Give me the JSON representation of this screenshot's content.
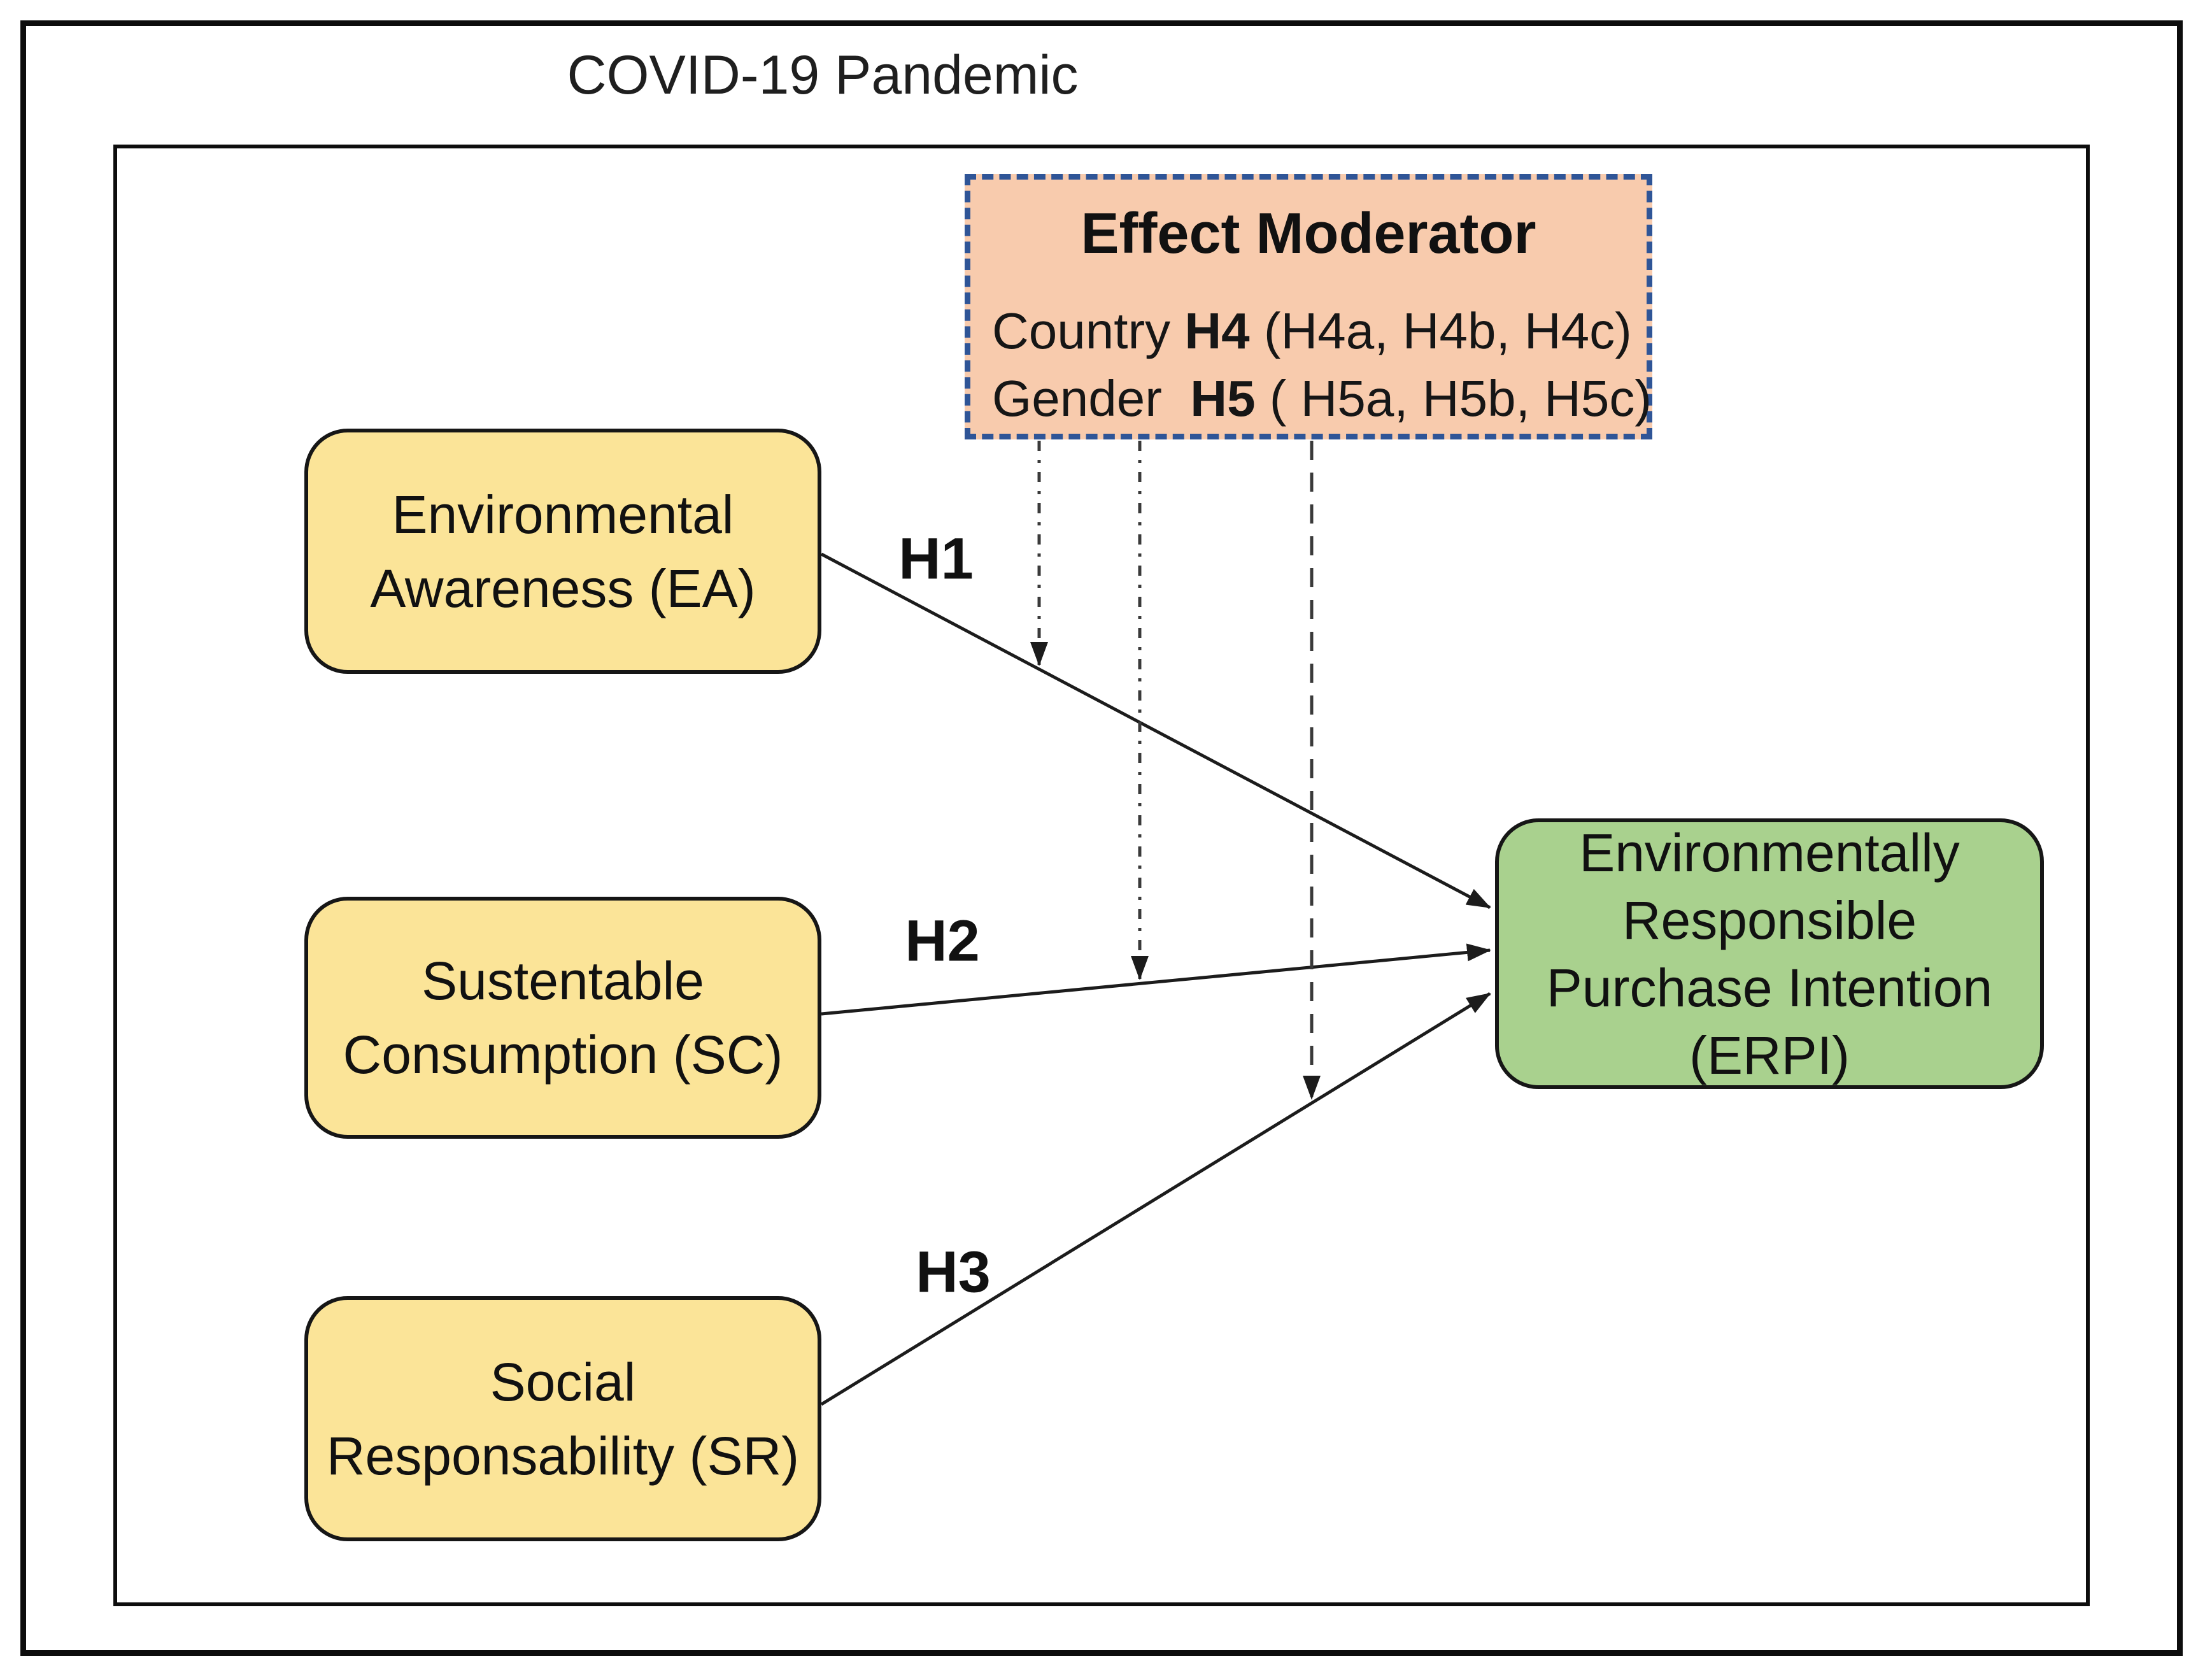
{
  "title": "COVID-19 Pandemic",
  "moderator": {
    "title": "Effect Moderator",
    "country": {
      "prefix": "Country ",
      "bold": "H4",
      "rest": " (H4a, H4b, H4c)"
    },
    "gender": {
      "prefix": "Gender  ",
      "bold": "H5",
      "rest": " ( H5a, H5b, H5c)"
    }
  },
  "constructs": {
    "ea": {
      "line1": "Environmental",
      "line2": "Awareness (EA)"
    },
    "sc": {
      "line1": "Sustentable",
      "line2": "Consumption (SC)"
    },
    "sr": {
      "line1": "Social",
      "line2": "Responsability (SR)"
    }
  },
  "outcome": {
    "line1": "Environmentally",
    "line2": "Responsible",
    "line3": "Purchase Intention",
    "line4": "(ERPI)"
  },
  "hypotheses": {
    "h1": "H1",
    "h2": "H2",
    "h3": "H3"
  },
  "colors": {
    "construct_fill": "#FBE498",
    "outcome_fill": "#A9D18E",
    "moderator_fill": "#F8CBAD",
    "moderator_border": "#2F5597",
    "arrow_color": "#1c1c1c",
    "frame_color": "#0d0d0d"
  }
}
